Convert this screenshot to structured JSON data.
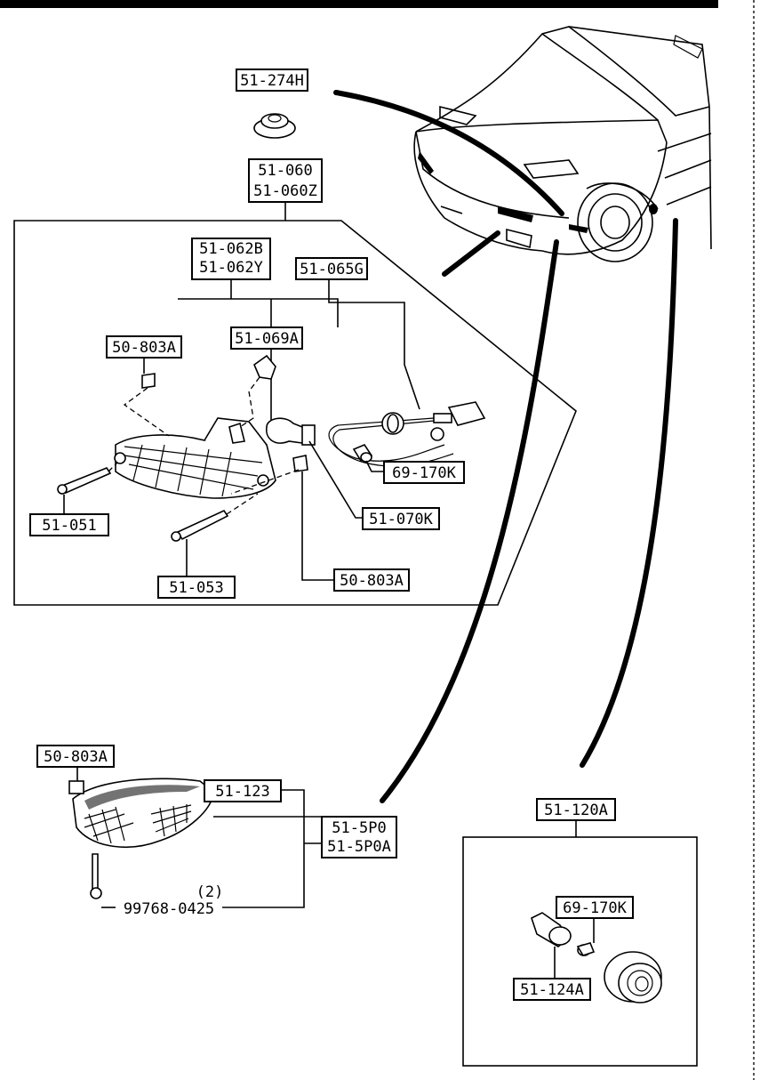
{
  "labels": {
    "p_51_274H": "51-274H",
    "p_51_060": "51-060",
    "p_51_060Z": "51-060Z",
    "p_51_062B": "51-062B",
    "p_51_062Y": "51-062Y",
    "p_51_065G": "51-065G",
    "p_50_803A_top": "50-803A",
    "p_51_069A": "51-069A",
    "p_69_170K_top": "69-170K",
    "p_51_051": "51-051",
    "p_51_070K": "51-070K",
    "p_51_053": "51-053",
    "p_50_803A_mid": "50-803A",
    "p_50_803A_side": "50-803A",
    "p_51_123": "51-123",
    "p_51_5P0": "51-5P0",
    "p_51_5P0A": "51-5P0A",
    "qty_2": "(2)",
    "p_99768_0425": "99768-0425",
    "p_51_120A": "51-120A",
    "p_69_170K_bottom": "69-170K",
    "p_51_124A": "51-124A"
  }
}
